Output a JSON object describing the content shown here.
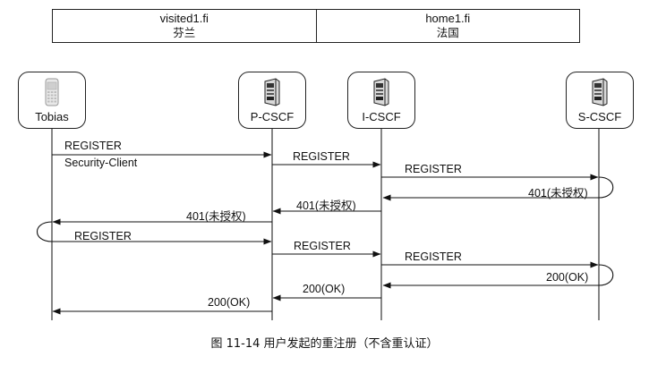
{
  "domains": [
    {
      "name": "visited1.fi",
      "country": "芬兰"
    },
    {
      "name": "home1.fi",
      "country": "法国"
    }
  ],
  "nodes": [
    {
      "label": "Tobias",
      "icon": "mobile-phone-icon"
    },
    {
      "label": "P-CSCF",
      "icon": "server-icon"
    },
    {
      "label": "I-CSCF",
      "icon": "server-icon"
    },
    {
      "label": "S-CSCF",
      "icon": "server-icon"
    }
  ],
  "messages": {
    "m1": {
      "label": "REGISTER",
      "sub": "Security-Client"
    },
    "m2": "REGISTER",
    "m3": "REGISTER",
    "m4": "401(未授权)",
    "m5": "401(未授权)",
    "m6": "401(未授权)",
    "m7": "REGISTER",
    "m8": "REGISTER",
    "m9": "REGISTER",
    "m10": "200(OK)",
    "m11": "200(OK)",
    "m12": "200(OK)"
  },
  "caption": "图 11-14   用户发起的重注册（不含重认证）"
}
